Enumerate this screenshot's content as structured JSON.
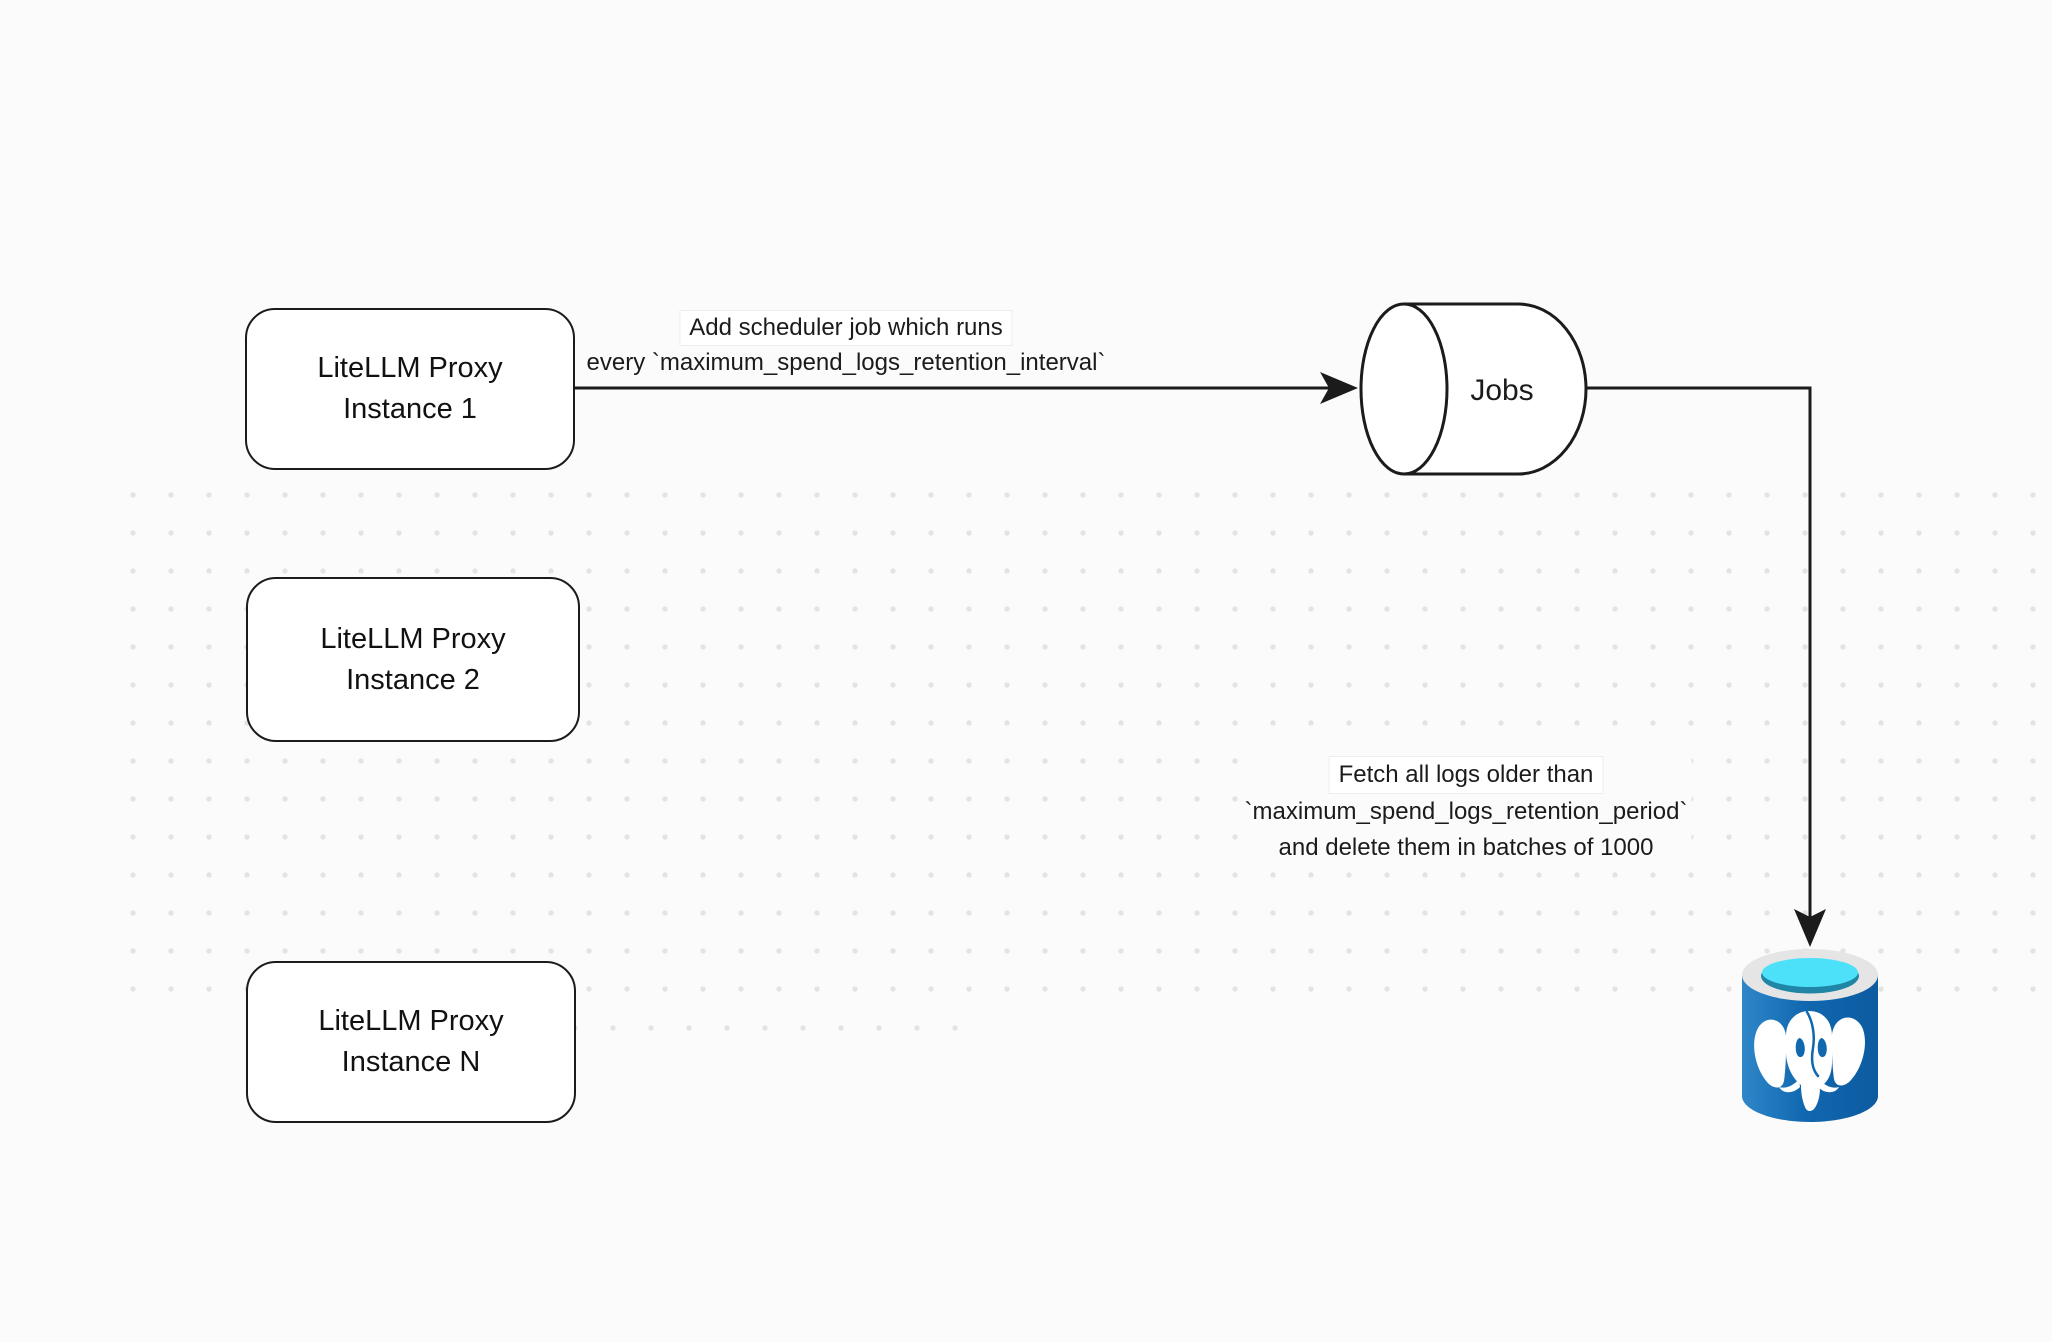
{
  "page": {
    "background": "#fbfbfb",
    "dot_color": "#e3e3e3",
    "stroke_color": "#1b1b1b"
  },
  "nodes": {
    "instance1": "LiteLLM Proxy\nInstance 1",
    "instance2": "LiteLLM Proxy\nInstance 2",
    "instanceN": "LiteLLM Proxy\nInstance N",
    "jobs": "Jobs"
  },
  "edges": {
    "scheduler": {
      "line1": "Add scheduler job which runs",
      "line2": "every `maximum_spend_logs_retention_interval`"
    },
    "cleanup": {
      "line1": "Fetch all logs older than",
      "line2": "`maximum_spend_logs_retention_period`",
      "line3": "and delete them in batches of 1000"
    }
  },
  "icons": {
    "postgres": {
      "name": "postgresql-database",
      "body_blue": "#1168b0",
      "body_blue_light": "#2f87c9",
      "body_blue_dark": "#0d5ba0",
      "rim": "#e5e5e5",
      "water_cyan": "#4ce1f9",
      "water_shadow_teal": "#1f86a6",
      "elephant": "#ffffff"
    }
  }
}
